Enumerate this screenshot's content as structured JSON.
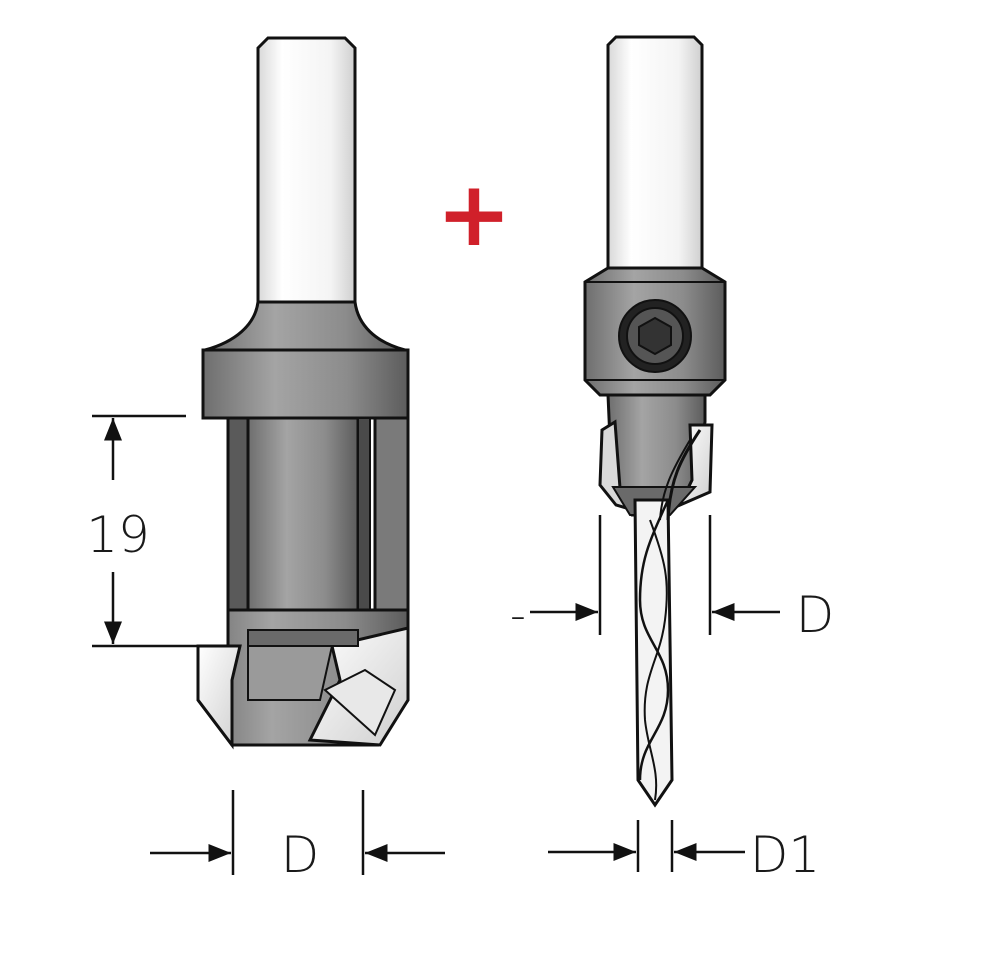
{
  "colors": {
    "background": "#ffffff",
    "shank": "#f2f2f2",
    "body_steel": "#8a8a8a",
    "body_dark": "#4a4a4a",
    "outline": "#111111",
    "plus_sign": "#d0202a"
  },
  "plus": "+",
  "left_cutter": {
    "height_label": "19",
    "width_label": "D"
  },
  "right_cutter": {
    "top_label": "-",
    "width_label": "D",
    "drill_label": "D1"
  }
}
